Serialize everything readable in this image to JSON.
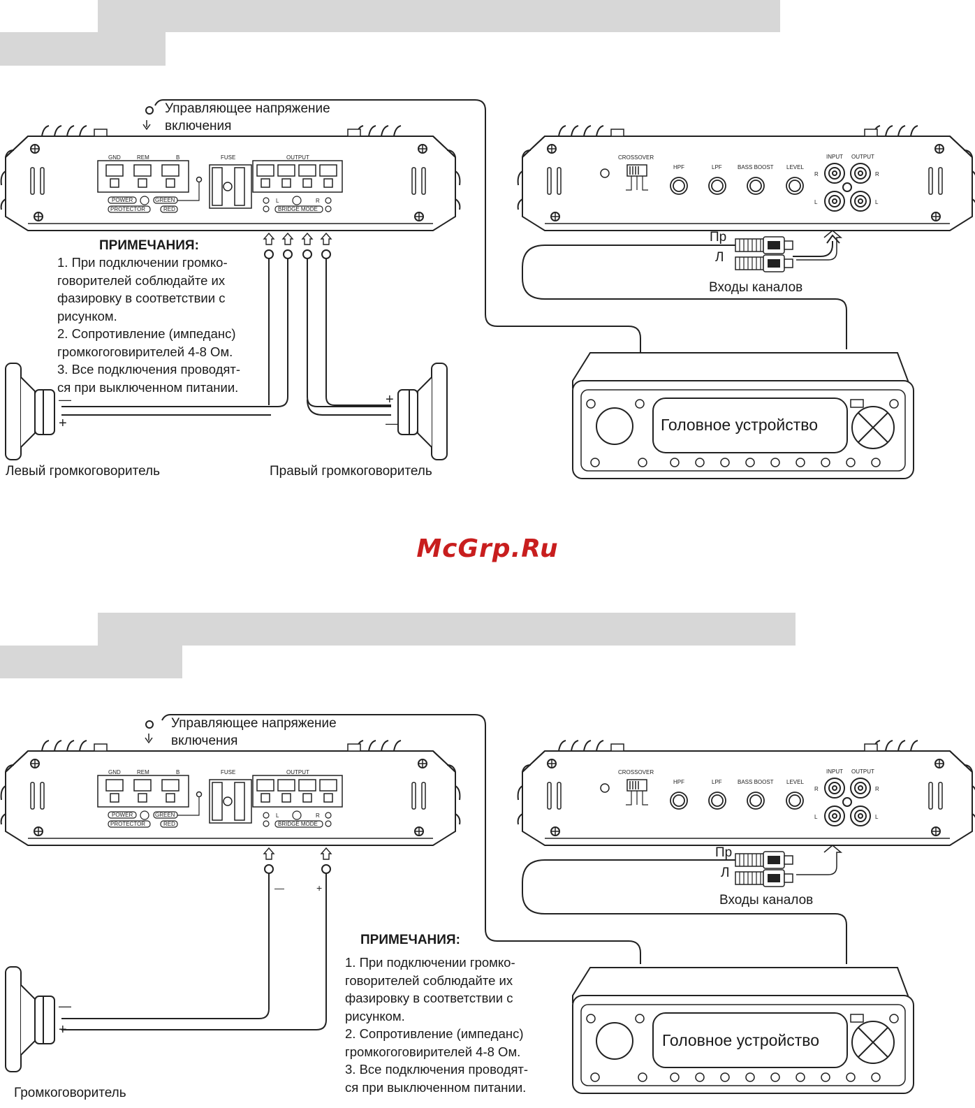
{
  "top": {
    "remote_label": [
      "Управляющее напряжение",
      "включения"
    ],
    "notes_title": "ПРИМЕЧАНИЯ:",
    "notes": [
      "1. При подключении громко-",
      "говорителей соблюдайте их",
      "фазировку в соответствии с",
      "рисунком.",
      "2. Сопротивление (импеданс)",
      "громкогоговирителей 4-8 Ом.",
      "3. Все подключения проводят-",
      "ся при выключенном питании."
    ],
    "left_speaker": "Левый громкоговоритель",
    "right_speaker": "Правый громкоговоритель",
    "rca_right": "Пр",
    "rca_left": "Л",
    "channel_inputs": "Входы каналов",
    "head_unit": "Головное устройство"
  },
  "bottom": {
    "remote_label": [
      "Управляющее напряжение",
      "включения"
    ],
    "notes_title": "ПРИМЕЧАНИЯ:",
    "notes": [
      "1. При подключении громко-",
      "говорителей соблюдайте их",
      "фазировку в соответствии с",
      "рисунком.",
      "2. Сопротивление (импеданс)",
      "громкогоговирителей 4-8 Ом.",
      "3. Все подключения проводят-",
      "ся при выключенном питании."
    ],
    "speaker": "Громкоговоритель",
    "rca_right": "Пр",
    "rca_left": "Л",
    "channel_inputs": "Входы каналов",
    "head_unit": "Головное устройство"
  },
  "amp_panel": {
    "gnd": "GND",
    "rem": "REM",
    "b": "B",
    "fuse": "FUSE",
    "output": "OUTPUT",
    "power": "POWER",
    "green": "GREEN",
    "protector": "PROTECTOR",
    "red": "RED",
    "bridge_mode": "BRIDGE MODE",
    "l": "L",
    "r": "R"
  },
  "amp_controls": {
    "crossover": "CROSSOVER",
    "hpf": "HPF",
    "lpf": "LPF",
    "bass_boost": "BASS BOOST",
    "level": "LEVEL",
    "input": "INPUT",
    "output": "OUTPUT",
    "r": "R",
    "l": "L"
  },
  "watermark": "McGrp.Ru"
}
